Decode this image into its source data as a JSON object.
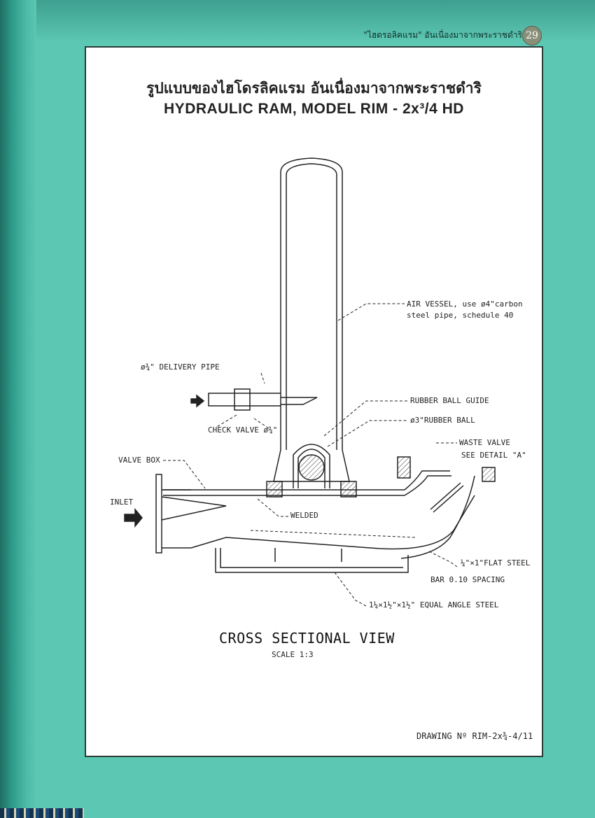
{
  "header": {
    "running_title": "\"ไฮดรอลิคแรม\" อันเนื่องมาจากพระราชดำริ",
    "page_number": "29"
  },
  "drawing": {
    "title_thai": "รูปแบบของไฮโดรลิคแรม อันเนื่องมาจากพระราชดำริ",
    "title_english": "HYDRAULIC RAM, MODEL RIM - 2x³/4 HD",
    "labels": {
      "air_vessel": "AIR VESSEL, use ø4\"carbon",
      "air_vessel_2": "steel pipe, schedule 40",
      "delivery_pipe": "ø¾\" DELIVERY PIPE",
      "rubber_ball_guide": "RUBBER BALL GUIDE",
      "rubber_ball": "ø3\"RUBBER BALL",
      "check_valve": "CHECK VALVE ø¾\"",
      "waste_valve": "WASTE VALVE",
      "see_detail": "SEE DETAIL \"A\"",
      "valve_box": "VALVE BOX",
      "inlet": "INLET",
      "welded": "WELDED",
      "flat_steel": "¼\"×1\"FLAT STEEL",
      "flat_steel_2": "BAR 0.10 SPACING",
      "angle_steel": "1¼×1½\"×1½\" EQUAL ANGLE STEEL"
    },
    "view_title": "CROSS SECTIONAL VIEW",
    "scale": "SCALE 1:3",
    "drawing_number": "DRAWING Nº RIM-2x¾-4/11"
  }
}
